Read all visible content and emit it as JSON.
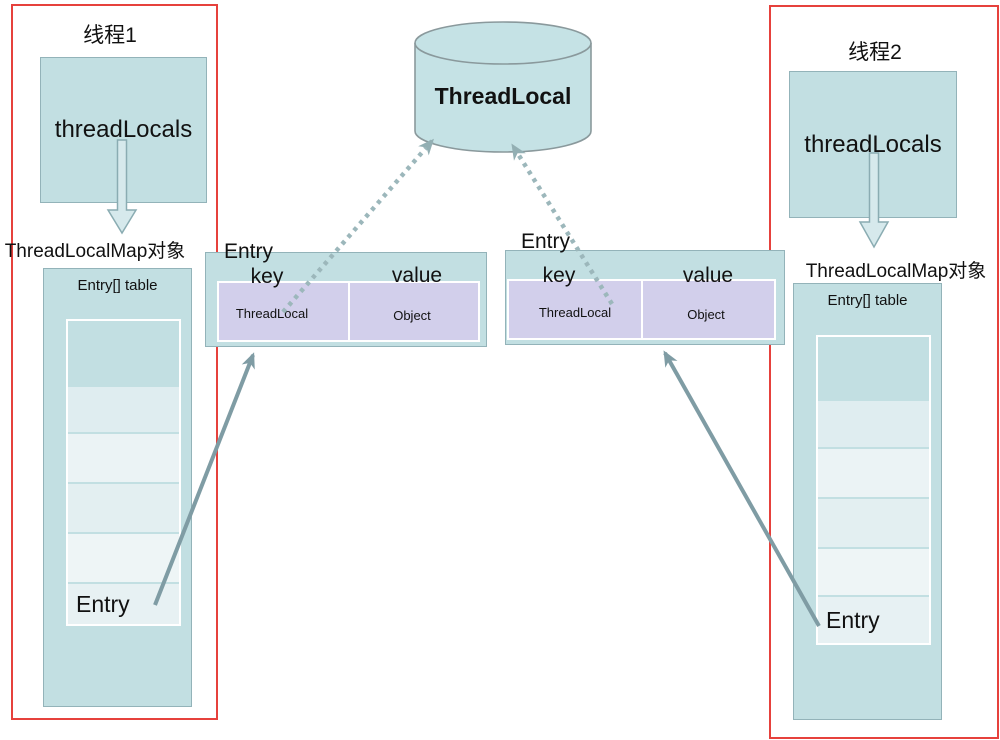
{
  "cylinder": {
    "label": "ThreadLocal"
  },
  "thread1": {
    "title": "线程1",
    "var_label": "threadLocals",
    "map_label": "ThreadLocalMap对象",
    "table_title": "Entry[] table",
    "entry_cell_label": "Entry"
  },
  "thread2": {
    "title": "线程2",
    "var_label": "threadLocals",
    "map_label": "ThreadLocalMap对象",
    "table_title": "Entry[] table",
    "entry_cell_label": "Entry"
  },
  "entry_box_left": {
    "title": "Entry",
    "key_header": "key",
    "value_header": "value",
    "key_type": "ThreadLocal",
    "value_type": "Object"
  },
  "entry_box_right": {
    "title": "Entry",
    "key_header": "key",
    "value_header": "value",
    "key_type": "ThreadLocal",
    "value_type": "Object"
  },
  "palette": {
    "teal_fill": "#c2dfe2",
    "cylinder_fill": "#c5e2e5",
    "purple_fill": "#d2cfeb",
    "red_frame": "#e6413c",
    "solid_arrow": "#7f9ca4",
    "dotted_arrow": "#9cb7bb",
    "block_arrow_fill": "#d6e9ec",
    "block_arrow_stroke": "#8aacb2"
  }
}
